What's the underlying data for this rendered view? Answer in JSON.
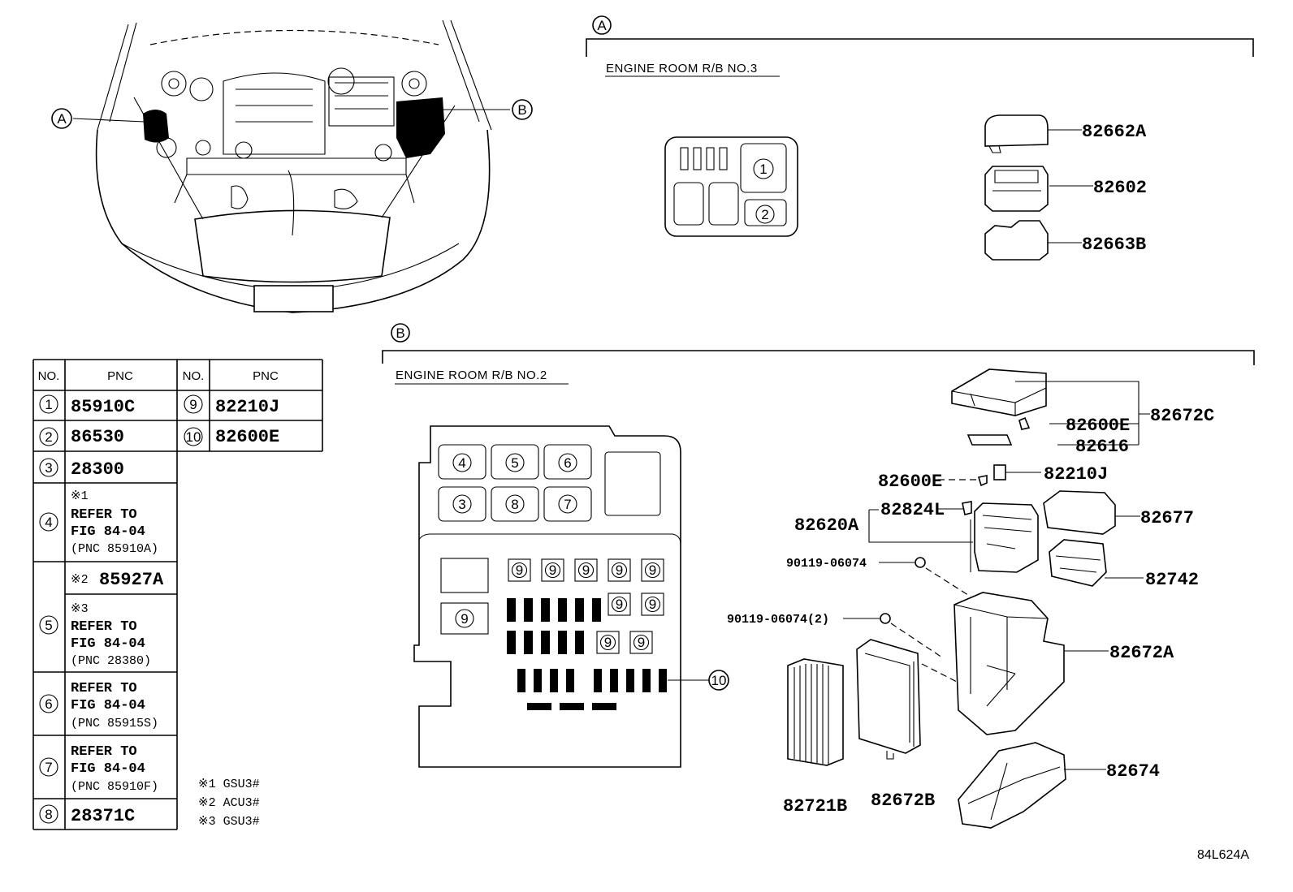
{
  "callouts": {
    "a": "A",
    "b": "B"
  },
  "section_a": {
    "label": "ENGINE ROOM R/B NO.3",
    "box_slots": [
      "1",
      "2"
    ],
    "parts": [
      "82662A",
      "82602",
      "82663B"
    ]
  },
  "section_b": {
    "label": "ENGINE ROOM R/B NO.2",
    "slots_top": [
      "4",
      "5",
      "6",
      "3",
      "8",
      "7"
    ],
    "slot_9": "9",
    "slot_10": "10",
    "parts": {
      "p82672C": "82672C",
      "p82600E_1": "82600E",
      "p82616": "82616",
      "p82600E_2": "82600E",
      "p82210J": "82210J",
      "p82620A": "82620A",
      "p82824L": "82824L",
      "p82677": "82677",
      "p90119": "90119-06074",
      "p82742": "82742",
      "p90119_2": "90119-06074(2)",
      "p82672A": "82672A",
      "p82674": "82674",
      "p82721B": "82721B",
      "p82672B": "82672B"
    }
  },
  "table": {
    "headers": {
      "no": "NO.",
      "pnc": "PNC"
    },
    "rows": [
      {
        "no": "1",
        "pnc": "85910C"
      },
      {
        "no": "2",
        "pnc": "86530"
      },
      {
        "no": "3",
        "pnc": "28300"
      },
      {
        "no": "4",
        "mark": "※1",
        "lines": [
          "REFER TO",
          "FIG 84-04"
        ],
        "sub": "(PNC 85910A)"
      },
      {
        "no": "5",
        "mark_a": "※2",
        "pnc_a": "85927A",
        "mark_b": "※3",
        "lines": [
          "REFER TO",
          "FIG 84-04"
        ],
        "sub": "(PNC 28380)"
      },
      {
        "no": "6",
        "lines": [
          "REFER TO",
          "FIG 84-04"
        ],
        "sub": "(PNC 85915S)"
      },
      {
        "no": "7",
        "lines": [
          "REFER TO",
          "FIG 84-04"
        ],
        "sub": "(PNC 85910F)"
      },
      {
        "no": "8",
        "pnc": "28371C"
      }
    ],
    "rows_right": [
      {
        "no": "9",
        "pnc": "82210J"
      },
      {
        "no": "10",
        "pnc": "82600E"
      }
    ]
  },
  "notes": [
    "※1 GSU3#",
    "※2 ACU3#",
    "※3 GSU3#"
  ],
  "figure_code": "84L624A"
}
